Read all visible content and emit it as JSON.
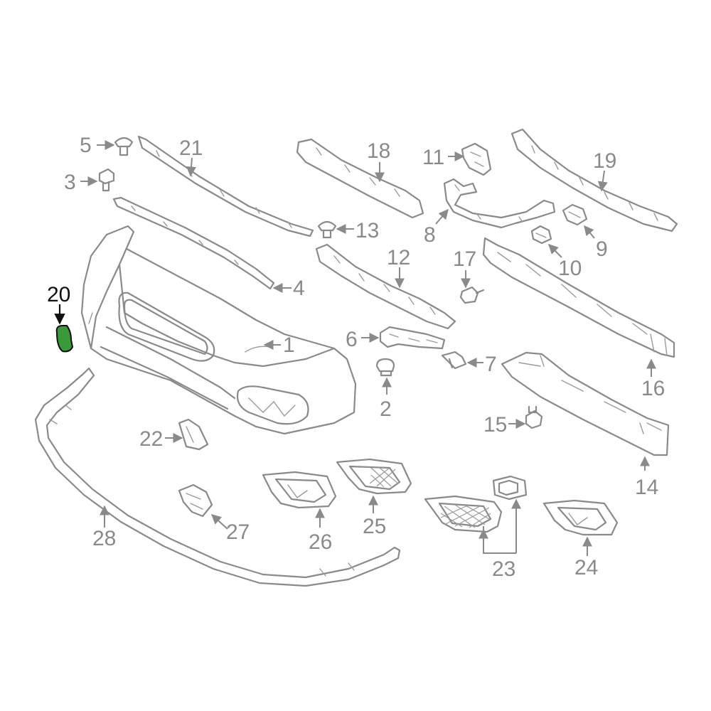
{
  "highlight": {
    "part": "20",
    "color": "#3a9a3a"
  },
  "callouts": {
    "c1": "1",
    "c2": "2",
    "c3": "3",
    "c4": "4",
    "c5": "5",
    "c6": "6",
    "c7": "7",
    "c8": "8",
    "c9": "9",
    "c10": "10",
    "c11": "11",
    "c12": "12",
    "c13": "13",
    "c14": "14",
    "c15": "15",
    "c16": "16",
    "c17": "17",
    "c18": "18",
    "c19": "19",
    "c20": "20",
    "c21": "21",
    "c22": "22",
    "c23": "23",
    "c24": "24",
    "c25": "25",
    "c26": "26",
    "c27": "27",
    "c28": "28"
  }
}
